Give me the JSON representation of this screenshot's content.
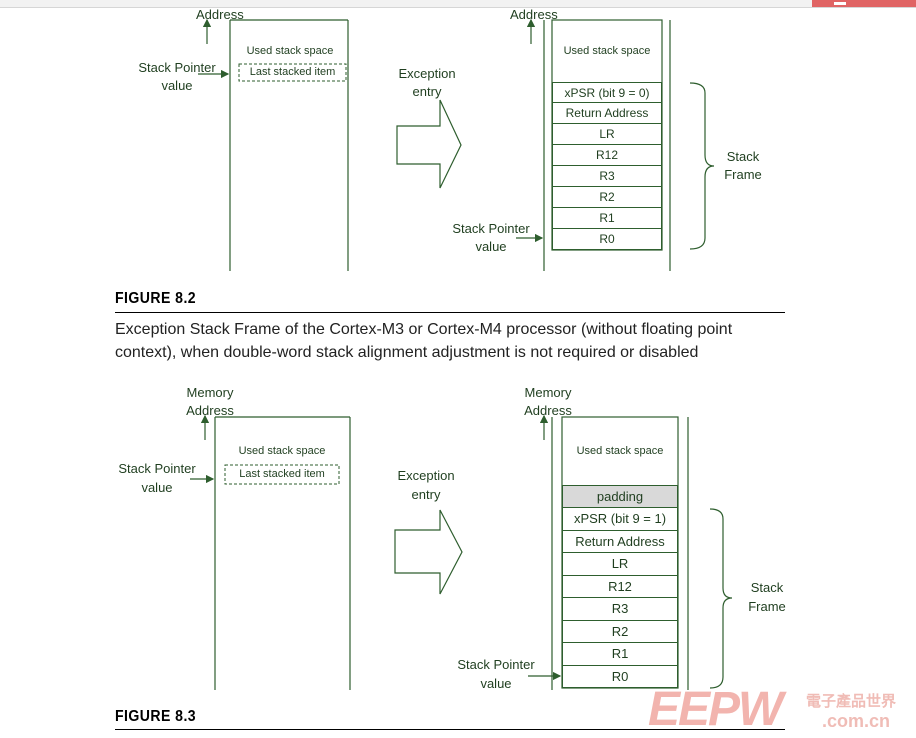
{
  "figure_top": {
    "left_panel": {
      "axis_label": "Address",
      "used_space": "Used stack space",
      "last_item": "Last stacked item",
      "sp_label": [
        "Stack Pointer",
        "value"
      ]
    },
    "transition": [
      "Exception",
      "entry"
    ],
    "right_panel": {
      "axis_label": "Address",
      "used_space": "Used stack space",
      "entries": [
        "xPSR (bit 9 = 0)",
        "Return Address",
        "LR",
        "R12",
        "R3",
        "R2",
        "R1",
        "R0"
      ],
      "sp_label": [
        "Stack Pointer",
        "value"
      ],
      "frame_label": [
        "Stack",
        "Frame"
      ]
    },
    "title": "FIGURE 8.2",
    "caption": [
      "Exception Stack Frame of the Cortex-M3 or Cortex-M4 processor (without floating point",
      "context), when double-word stack alignment adjustment is not required or disabled"
    ]
  },
  "figure_bottom": {
    "left_panel": {
      "axis_label": [
        "Memory",
        "Address"
      ],
      "used_space": "Used stack space",
      "last_item": "Last stacked item",
      "sp_label": [
        "Stack Pointer",
        "value"
      ]
    },
    "transition": [
      "Exception",
      "entry"
    ],
    "right_panel": {
      "axis_label": [
        "Memory",
        "Address"
      ],
      "used_space": "Used stack space",
      "padding": "padding",
      "entries": [
        "xPSR (bit 9 = 1)",
        "Return Address",
        "LR",
        "R12",
        "R3",
        "R2",
        "R1",
        "R0"
      ],
      "sp_label": [
        "Stack Pointer",
        "value"
      ],
      "frame_label": [
        "Stack",
        "Frame"
      ]
    },
    "title": "FIGURE 8.3"
  },
  "watermark": {
    "brand": "EEPW",
    "chinese": "電子產品世界",
    "domain": ".com.cn"
  },
  "colors": {
    "diagram": "#2e5e2e",
    "padding_fill": "#d9d9d9",
    "watermark": "#f2b4ae"
  }
}
